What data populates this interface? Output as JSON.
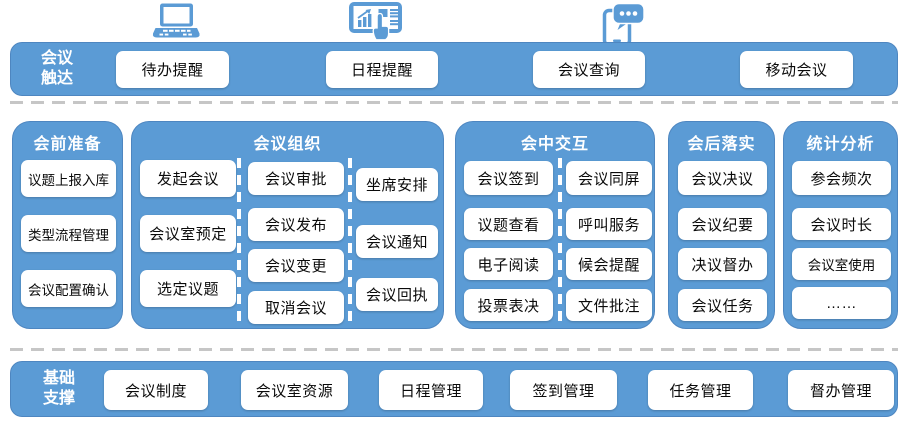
{
  "colors": {
    "blue": "#5B9BD5",
    "blue_border": "#4E86C0",
    "dash_gray": "#C6C6C6",
    "box_bg": "#FFFFFF",
    "text": "#0A0A0A"
  },
  "icons": [
    {
      "name": "laptop-icon"
    },
    {
      "name": "tablet-touch-chart-icon"
    },
    {
      "name": "phone-chat-icon"
    }
  ],
  "top_banner": {
    "label_line1": "会议",
    "label_line2": "触达",
    "items": [
      "待办提醒",
      "日程提醒",
      "会议查询",
      "移动会议"
    ]
  },
  "stages": [
    {
      "title": "会前准备",
      "cols": [
        [
          "议题上报入库",
          "类型流程管理",
          "会议配置确认"
        ]
      ]
    },
    {
      "title": "会议组织",
      "cols": [
        [
          "发起会议",
          "会议室预定",
          "选定议题"
        ],
        [
          "会议审批",
          "会议发布",
          "会议变更",
          "取消会议"
        ],
        [
          "坐席安排",
          "会议通知",
          "会议回执"
        ]
      ]
    },
    {
      "title": "会中交互",
      "cols": [
        [
          "会议签到",
          "议题查看",
          "电子阅读",
          "投票表决"
        ],
        [
          "会议同屏",
          "呼叫服务",
          "候会提醒",
          "文件批注"
        ]
      ]
    },
    {
      "title": "会后落实",
      "cols": [
        [
          "会议决议",
          "会议纪要",
          "决议督办",
          "会议任务"
        ]
      ]
    },
    {
      "title": "统计分析",
      "cols": [
        [
          "参会频次",
          "会议时长",
          "会议室使用",
          "……"
        ]
      ]
    }
  ],
  "bottom_banner": {
    "label_line1": "基础",
    "label_line2": "支撑",
    "items": [
      "会议制度",
      "会议室资源",
      "日程管理",
      "签到管理",
      "任务管理",
      "督办管理"
    ]
  }
}
